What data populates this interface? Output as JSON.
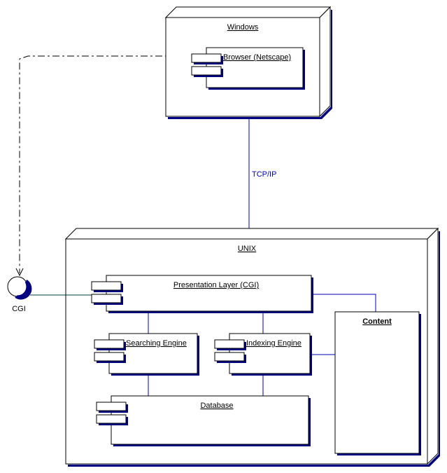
{
  "diagram": {
    "type": "UML deployment diagram",
    "nodes": [
      {
        "id": "windows",
        "label": "Windows",
        "components": [
          {
            "id": "browser",
            "label": "Browser (Netscape)"
          }
        ]
      },
      {
        "id": "unix",
        "label": "UNIX",
        "components": [
          {
            "id": "presentation",
            "label": "Presentation Layer (CGI)"
          },
          {
            "id": "searching",
            "label": "Searching Engine"
          },
          {
            "id": "indexing",
            "label": "Indexing Engine"
          },
          {
            "id": "database",
            "label": "Database"
          }
        ],
        "packages": [
          {
            "id": "content",
            "label": "Content"
          }
        ]
      }
    ],
    "interfaces": [
      {
        "id": "cgi",
        "label": "CGI"
      }
    ],
    "connections": [
      {
        "from": "windows",
        "to": "unix",
        "label": "TCP/IP",
        "style": "solid",
        "color": "#0000c0"
      },
      {
        "from": "browser",
        "to": "cgi",
        "label": "",
        "style": "dependency-dashed",
        "color": "#000000"
      },
      {
        "from": "cgi",
        "to": "presentation",
        "label": "",
        "style": "solid",
        "color": "#004040"
      },
      {
        "from": "presentation",
        "to": "searching",
        "label": "",
        "style": "solid",
        "color": "#0000c0"
      },
      {
        "from": "presentation",
        "to": "indexing",
        "label": "",
        "style": "solid",
        "color": "#0000c0"
      },
      {
        "from": "presentation",
        "to": "content",
        "label": "",
        "style": "solid",
        "color": "#0000c0"
      },
      {
        "from": "indexing",
        "to": "content",
        "label": "",
        "style": "solid",
        "color": "#0000c0"
      },
      {
        "from": "searching",
        "to": "database",
        "label": "",
        "style": "solid",
        "color": "#0000c0"
      },
      {
        "from": "indexing",
        "to": "database",
        "label": "",
        "style": "solid",
        "color": "#0000c0"
      }
    ]
  },
  "colors": {
    "shadow": "#000080",
    "outline": "#000000",
    "connector": "#0000c0",
    "interface_link": "#004040"
  }
}
